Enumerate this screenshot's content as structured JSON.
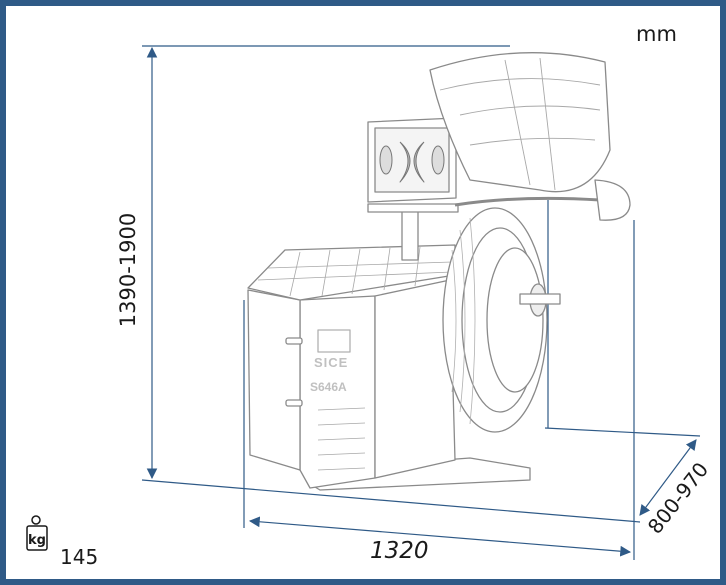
{
  "unit_label": "mm",
  "dimensions": {
    "height": "1390-1900",
    "width": "1320",
    "depth": "800-970"
  },
  "weight": {
    "icon_text": "kg",
    "value": "145"
  },
  "machine": {
    "brand": "SICE",
    "model": "S646A"
  },
  "colors": {
    "frame": "#2f5a87",
    "dimension_line": "#2f5a87",
    "machine_outline": "#8a8a8a"
  }
}
